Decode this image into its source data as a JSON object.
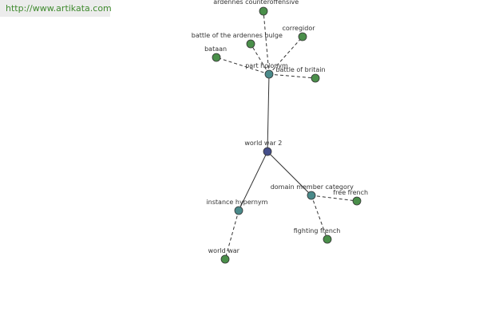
{
  "banner": {
    "url": "http://www.artikata.com"
  },
  "colors": {
    "root": "#444e8a",
    "hub": "#4a8a8a",
    "leaf": "#4a8f4a"
  },
  "nodes": [
    {
      "id": "world-war-2",
      "label": "world war 2",
      "kind": "root"
    },
    {
      "id": "part-holonym",
      "label": "part holonym",
      "kind": "hub"
    },
    {
      "id": "instance-hypernym",
      "label": "instance hypernym",
      "kind": "hub"
    },
    {
      "id": "domain-member-category",
      "label": "domain member category",
      "kind": "hub"
    },
    {
      "id": "ardennes-counteroffensive",
      "label": "ardennes counteroffensive",
      "kind": "leaf"
    },
    {
      "id": "battle-of-the-ardennes-bulge",
      "label": "battle of the ardennes bulge",
      "kind": "leaf"
    },
    {
      "id": "corregidor",
      "label": "corregidor",
      "kind": "leaf"
    },
    {
      "id": "bataan",
      "label": "bataan",
      "kind": "leaf"
    },
    {
      "id": "battle-of-britain",
      "label": "battle of britain",
      "kind": "leaf"
    },
    {
      "id": "world-war",
      "label": "world war",
      "kind": "leaf"
    },
    {
      "id": "free-french",
      "label": "free french",
      "kind": "leaf"
    },
    {
      "id": "fighting-french",
      "label": "fighting french",
      "kind": "leaf"
    }
  ],
  "edges": [
    {
      "from": "world-war-2",
      "to": "part-holonym",
      "style": "solid"
    },
    {
      "from": "world-war-2",
      "to": "instance-hypernym",
      "style": "solid"
    },
    {
      "from": "world-war-2",
      "to": "domain-member-category",
      "style": "solid"
    },
    {
      "from": "part-holonym",
      "to": "ardennes-counteroffensive",
      "style": "dashed"
    },
    {
      "from": "part-holonym",
      "to": "battle-of-the-ardennes-bulge",
      "style": "dashed"
    },
    {
      "from": "part-holonym",
      "to": "corregidor",
      "style": "dashed"
    },
    {
      "from": "part-holonym",
      "to": "bataan",
      "style": "dashed"
    },
    {
      "from": "part-holonym",
      "to": "battle-of-britain",
      "style": "dashed"
    },
    {
      "from": "instance-hypernym",
      "to": "world-war",
      "style": "dashed"
    },
    {
      "from": "domain-member-category",
      "to": "free-french",
      "style": "dashed"
    },
    {
      "from": "domain-member-category",
      "to": "fighting-french",
      "style": "dashed"
    }
  ]
}
